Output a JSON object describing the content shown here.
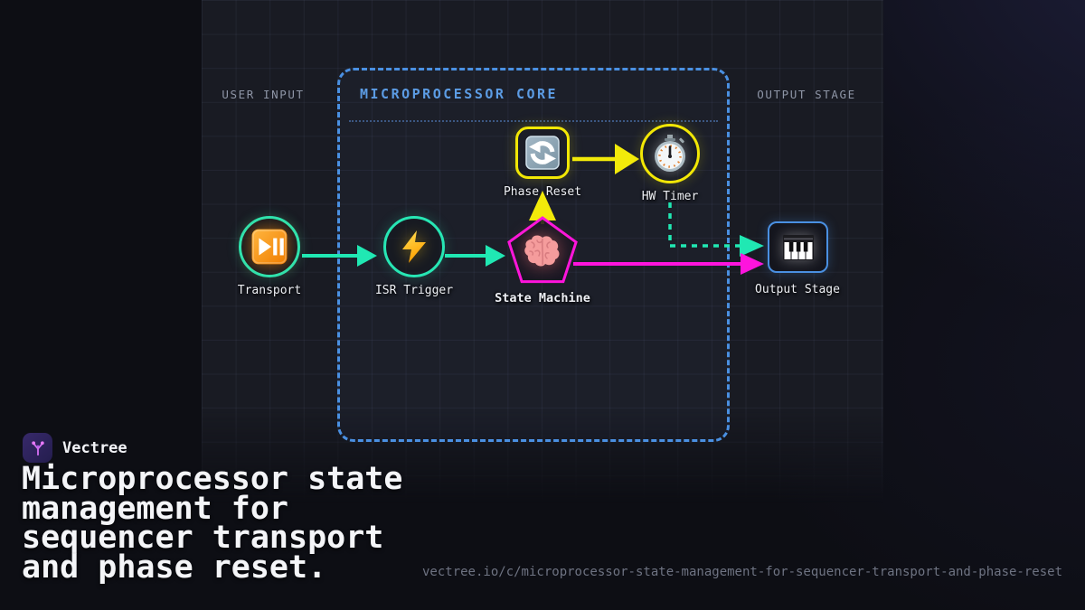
{
  "brand": {
    "name": "Vectree",
    "logo_icon": "branch-tree-icon"
  },
  "hero": {
    "title_lines": [
      "Microprocessor state",
      "management for",
      "sequencer transport",
      "and phase reset."
    ]
  },
  "footer": {
    "url": "vectree.io/c/microprocessor-state-management-for-sequencer-transport-and-phase-reset"
  },
  "diagram": {
    "zones": [
      {
        "label": "USER INPUT"
      },
      {
        "label": "OUTPUT STAGE"
      }
    ],
    "container": {
      "title": "MICROPROCESSOR CORE"
    },
    "nodes": [
      {
        "id": "transport",
        "label": "Transport",
        "icon": "play-pause-icon",
        "shape": "circle",
        "border_color": "#27e6b4"
      },
      {
        "id": "isr-trigger",
        "label": "ISR Trigger",
        "icon": "lightning-icon",
        "shape": "circle",
        "border_color": "#27e6b4"
      },
      {
        "id": "state-machine",
        "label": "State Machine",
        "icon": "brain-icon",
        "shape": "pentagon",
        "border_color": "#fe14dd"
      },
      {
        "id": "phase-reset",
        "label": "Phase Reset",
        "icon": "counterclockwise-arrows-icon",
        "shape": "rounded-square",
        "border_color": "#f2e705"
      },
      {
        "id": "hw-timer",
        "label": "HW Timer",
        "icon": "stopwatch-icon",
        "shape": "circle",
        "border_color": "#f2e705"
      },
      {
        "id": "output-stage",
        "label": "Output Stage",
        "icon": "piano-icon",
        "shape": "rounded-square",
        "border_color": "#4a90e2"
      }
    ],
    "edges": [
      {
        "from": "transport",
        "to": "isr-trigger",
        "color": "#20e8b3",
        "style": "solid"
      },
      {
        "from": "isr-trigger",
        "to": "state-machine",
        "color": "#20e8b3",
        "style": "solid"
      },
      {
        "from": "state-machine",
        "to": "phase-reset",
        "color": "#f2ea0a",
        "style": "solid"
      },
      {
        "from": "phase-reset",
        "to": "hw-timer",
        "color": "#f2ea0a",
        "style": "solid"
      },
      {
        "from": "hw-timer",
        "to": "output-stage",
        "color": "#20e8b3",
        "style": "dashed"
      },
      {
        "from": "state-machine",
        "to": "output-stage",
        "color": "#fe14dd",
        "style": "solid"
      }
    ]
  },
  "colors": {
    "background": "#0d0e14",
    "canvas": "#191b23",
    "container_border": "#4a90e2",
    "teal": "#20e8b3",
    "yellow": "#f2e705",
    "magenta": "#fe14dd",
    "blue": "#4a90e2",
    "orange": "#ff9500"
  }
}
